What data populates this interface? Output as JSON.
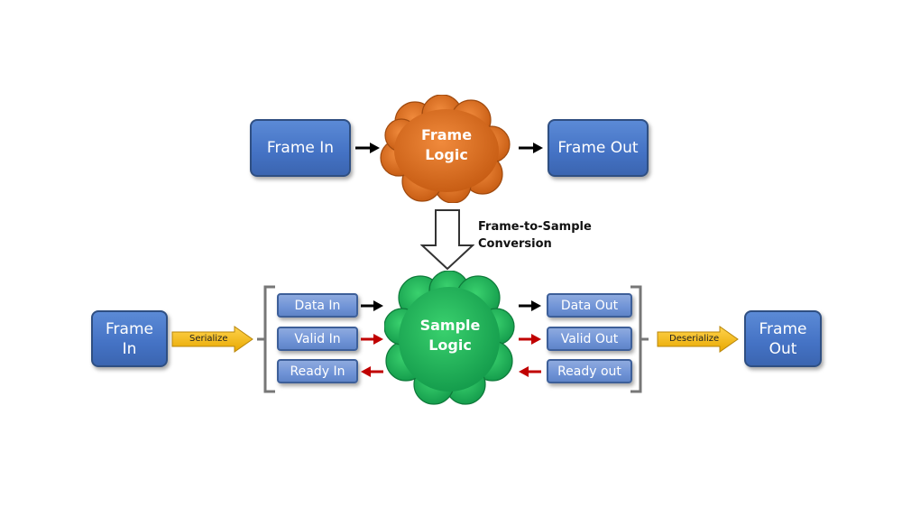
{
  "top": {
    "frame_in": "Frame In",
    "logic": [
      "Frame",
      "Logic"
    ],
    "frame_out": "Frame Out",
    "logic_color": "#e06c1f"
  },
  "conversion": {
    "line1": "Frame-to-Sample",
    "line2": "Conversion"
  },
  "bottom": {
    "frame_in": [
      "Frame",
      "In"
    ],
    "serialize": "Serialize",
    "inputs": [
      "Data In",
      "Valid In",
      "Ready In"
    ],
    "logic": [
      "Sample",
      "Logic"
    ],
    "outputs": [
      "Data Out",
      "Valid Out",
      "Ready out"
    ],
    "deserialize": "Deserialize",
    "frame_out": [
      "Frame",
      "Out"
    ],
    "logic_color": "#1fb954"
  },
  "colors": {
    "box": "#4472c4",
    "signal_box": "#6f93d6",
    "data_arrow": "#000000",
    "control_arrow": "#c00000",
    "serialize_arrow": "#ffc000"
  }
}
